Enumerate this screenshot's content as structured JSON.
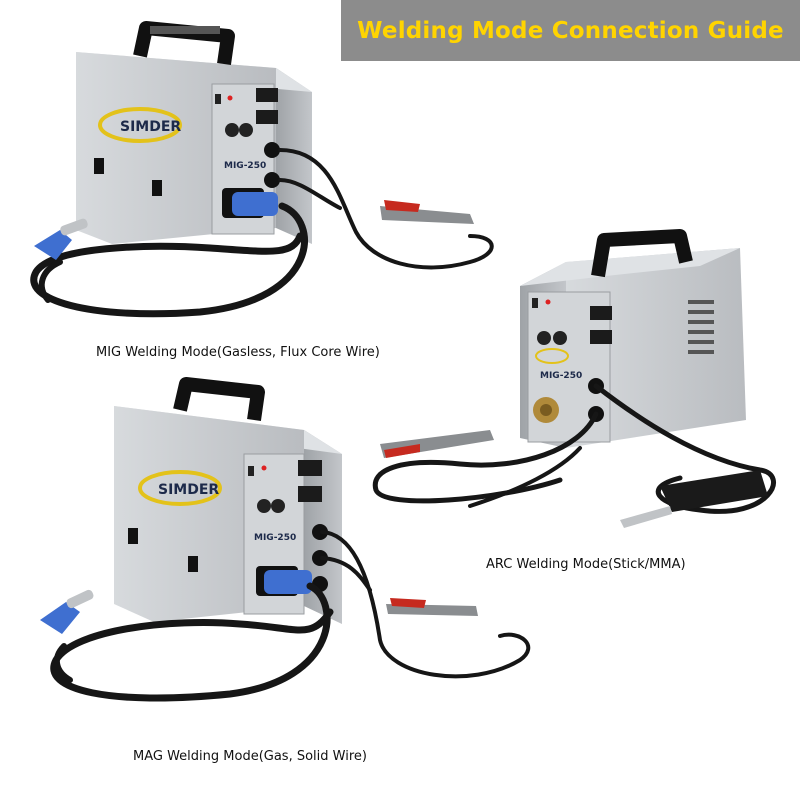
{
  "title": "Welding Mode Connection Guide",
  "colors": {
    "banner_bg": "#8c8c8c",
    "banner_text": "#ffd400",
    "machine_body": "#c9ccd0",
    "machine_panel": "#b6b9bd",
    "torch_blue": "#3f6fd0",
    "cable": "#161616"
  },
  "brand": "SIMDER",
  "model": "MIG-250",
  "modes": [
    {
      "caption": "MIG Welding Mode(Gasless, Flux Core Wire)"
    },
    {
      "caption": "ARC Welding Mode(Stick/MMA)"
    },
    {
      "caption": "MAG Welding Mode(Gas, Solid Wire)"
    }
  ]
}
